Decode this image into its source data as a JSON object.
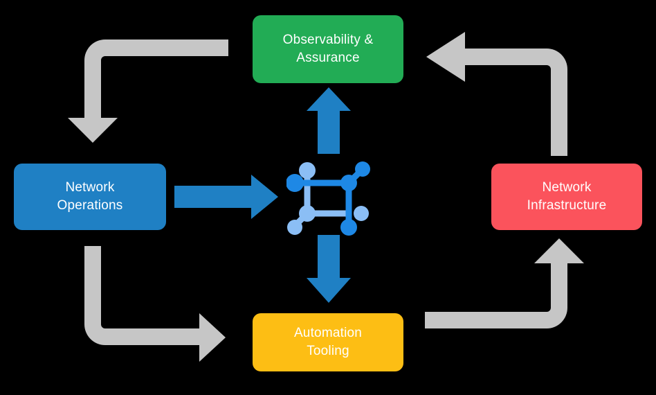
{
  "diagram": {
    "title": "Network automation lifecycle cycle",
    "background_color": "#000000",
    "boxes": [
      {
        "id": "observability",
        "label": "Observability &\nAssurance",
        "color": "#22ac55",
        "text_color": "#ffffff",
        "position": "top"
      },
      {
        "id": "network-operations",
        "label": "Network\nOperations",
        "color": "#1f80c4",
        "text_color": "#ffffff",
        "position": "left"
      },
      {
        "id": "network-infrastructure",
        "label": "Network\nInfrastructure",
        "color": "#fb535c",
        "text_color": "#ffffff",
        "position": "right"
      },
      {
        "id": "automation-tooling",
        "label": "Automation\nTooling",
        "color": "#fdbe14",
        "text_color": "#ffffff",
        "position": "bottom"
      }
    ],
    "center_icon": {
      "name": "network-topology-icon",
      "node_color_dark": "#1e88e5",
      "node_color_light": "#8bbef5"
    },
    "arrows": [
      {
        "id": "ops-to-center",
        "from": "network-operations",
        "to": "center-icon",
        "color": "#1f80c4",
        "direction": "right",
        "style": "straight"
      },
      {
        "id": "center-to-observability",
        "from": "center-icon",
        "to": "observability",
        "color": "#1f80c4",
        "direction": "up",
        "style": "straight"
      },
      {
        "id": "center-to-automation",
        "from": "center-icon",
        "to": "automation-tooling",
        "color": "#1f80c4",
        "direction": "down",
        "style": "straight"
      },
      {
        "id": "observability-to-ops",
        "from": "observability",
        "to": "network-operations",
        "color": "#c6c6c6",
        "direction": "down",
        "style": "elbow"
      },
      {
        "id": "infrastructure-to-observability",
        "from": "network-infrastructure",
        "to": "observability",
        "color": "#c6c6c6",
        "direction": "left",
        "style": "elbow"
      },
      {
        "id": "ops-to-automation",
        "from": "network-operations",
        "to": "automation-tooling",
        "color": "#c6c6c6",
        "direction": "right",
        "style": "elbow"
      },
      {
        "id": "automation-to-infrastructure",
        "from": "automation-tooling",
        "to": "network-infrastructure",
        "color": "#c6c6c6",
        "direction": "up",
        "style": "elbow"
      }
    ]
  }
}
